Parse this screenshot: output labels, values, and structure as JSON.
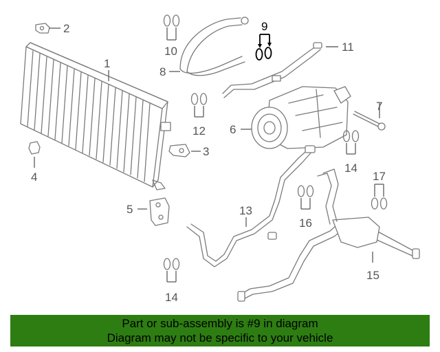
{
  "diagram": {
    "callouts": {
      "c1": "1",
      "c2": "2",
      "c3": "3",
      "c4": "4",
      "c5": "5",
      "c6": "6",
      "c7": "7",
      "c8": "8",
      "c9": "9",
      "c10": "10",
      "c11": "11",
      "c12": "12",
      "c13": "13",
      "c14a": "14",
      "c14b": "14",
      "c15": "15",
      "c16": "16",
      "c17": "17"
    },
    "highlight_part": "9",
    "colors": {
      "line_art": "#7a7a7a",
      "callout_text": "#555555",
      "highlight": "#000000"
    }
  },
  "footer": {
    "line1": "Part or sub-assembly is #9 in diagram",
    "line2": "Diagram may not be specific to your vehicle",
    "background": "#2e7d12"
  }
}
